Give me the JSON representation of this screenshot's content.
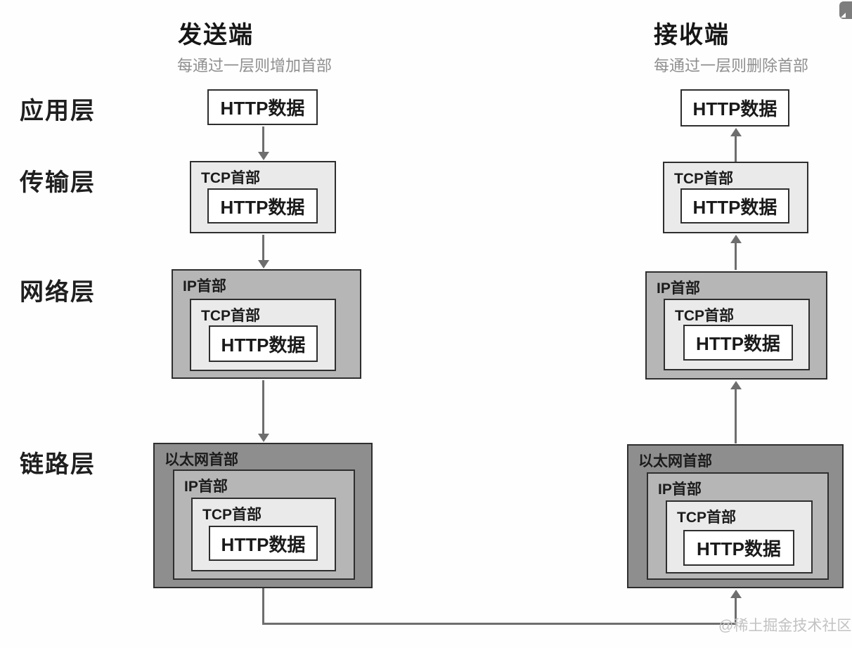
{
  "columns": {
    "sender": {
      "title": "发送端",
      "subtitle": "每通过一层则增加首部"
    },
    "receiver": {
      "title": "接收端",
      "subtitle": "每通过一层则删除首部"
    }
  },
  "layers": [
    {
      "label": "应用层"
    },
    {
      "label": "传输层"
    },
    {
      "label": "网络层"
    },
    {
      "label": "链路层"
    }
  ],
  "labels": {
    "http": "HTTP数据",
    "tcp": "TCP首部",
    "ip": "IP首部",
    "ethernet": "以太网首部"
  },
  "watermark": {
    "text": "@稀土掘金技术社区"
  },
  "colors": {
    "tcp_fill": "#eaeaea",
    "ip_fill": "#b6b6b6",
    "ethernet_fill": "#8e8e8e",
    "box_border": "#2e2e2e",
    "arrow": "#6e6e6e",
    "subtitle_text": "#8f8f8f",
    "watermark_text": "#c2c2c2"
  }
}
